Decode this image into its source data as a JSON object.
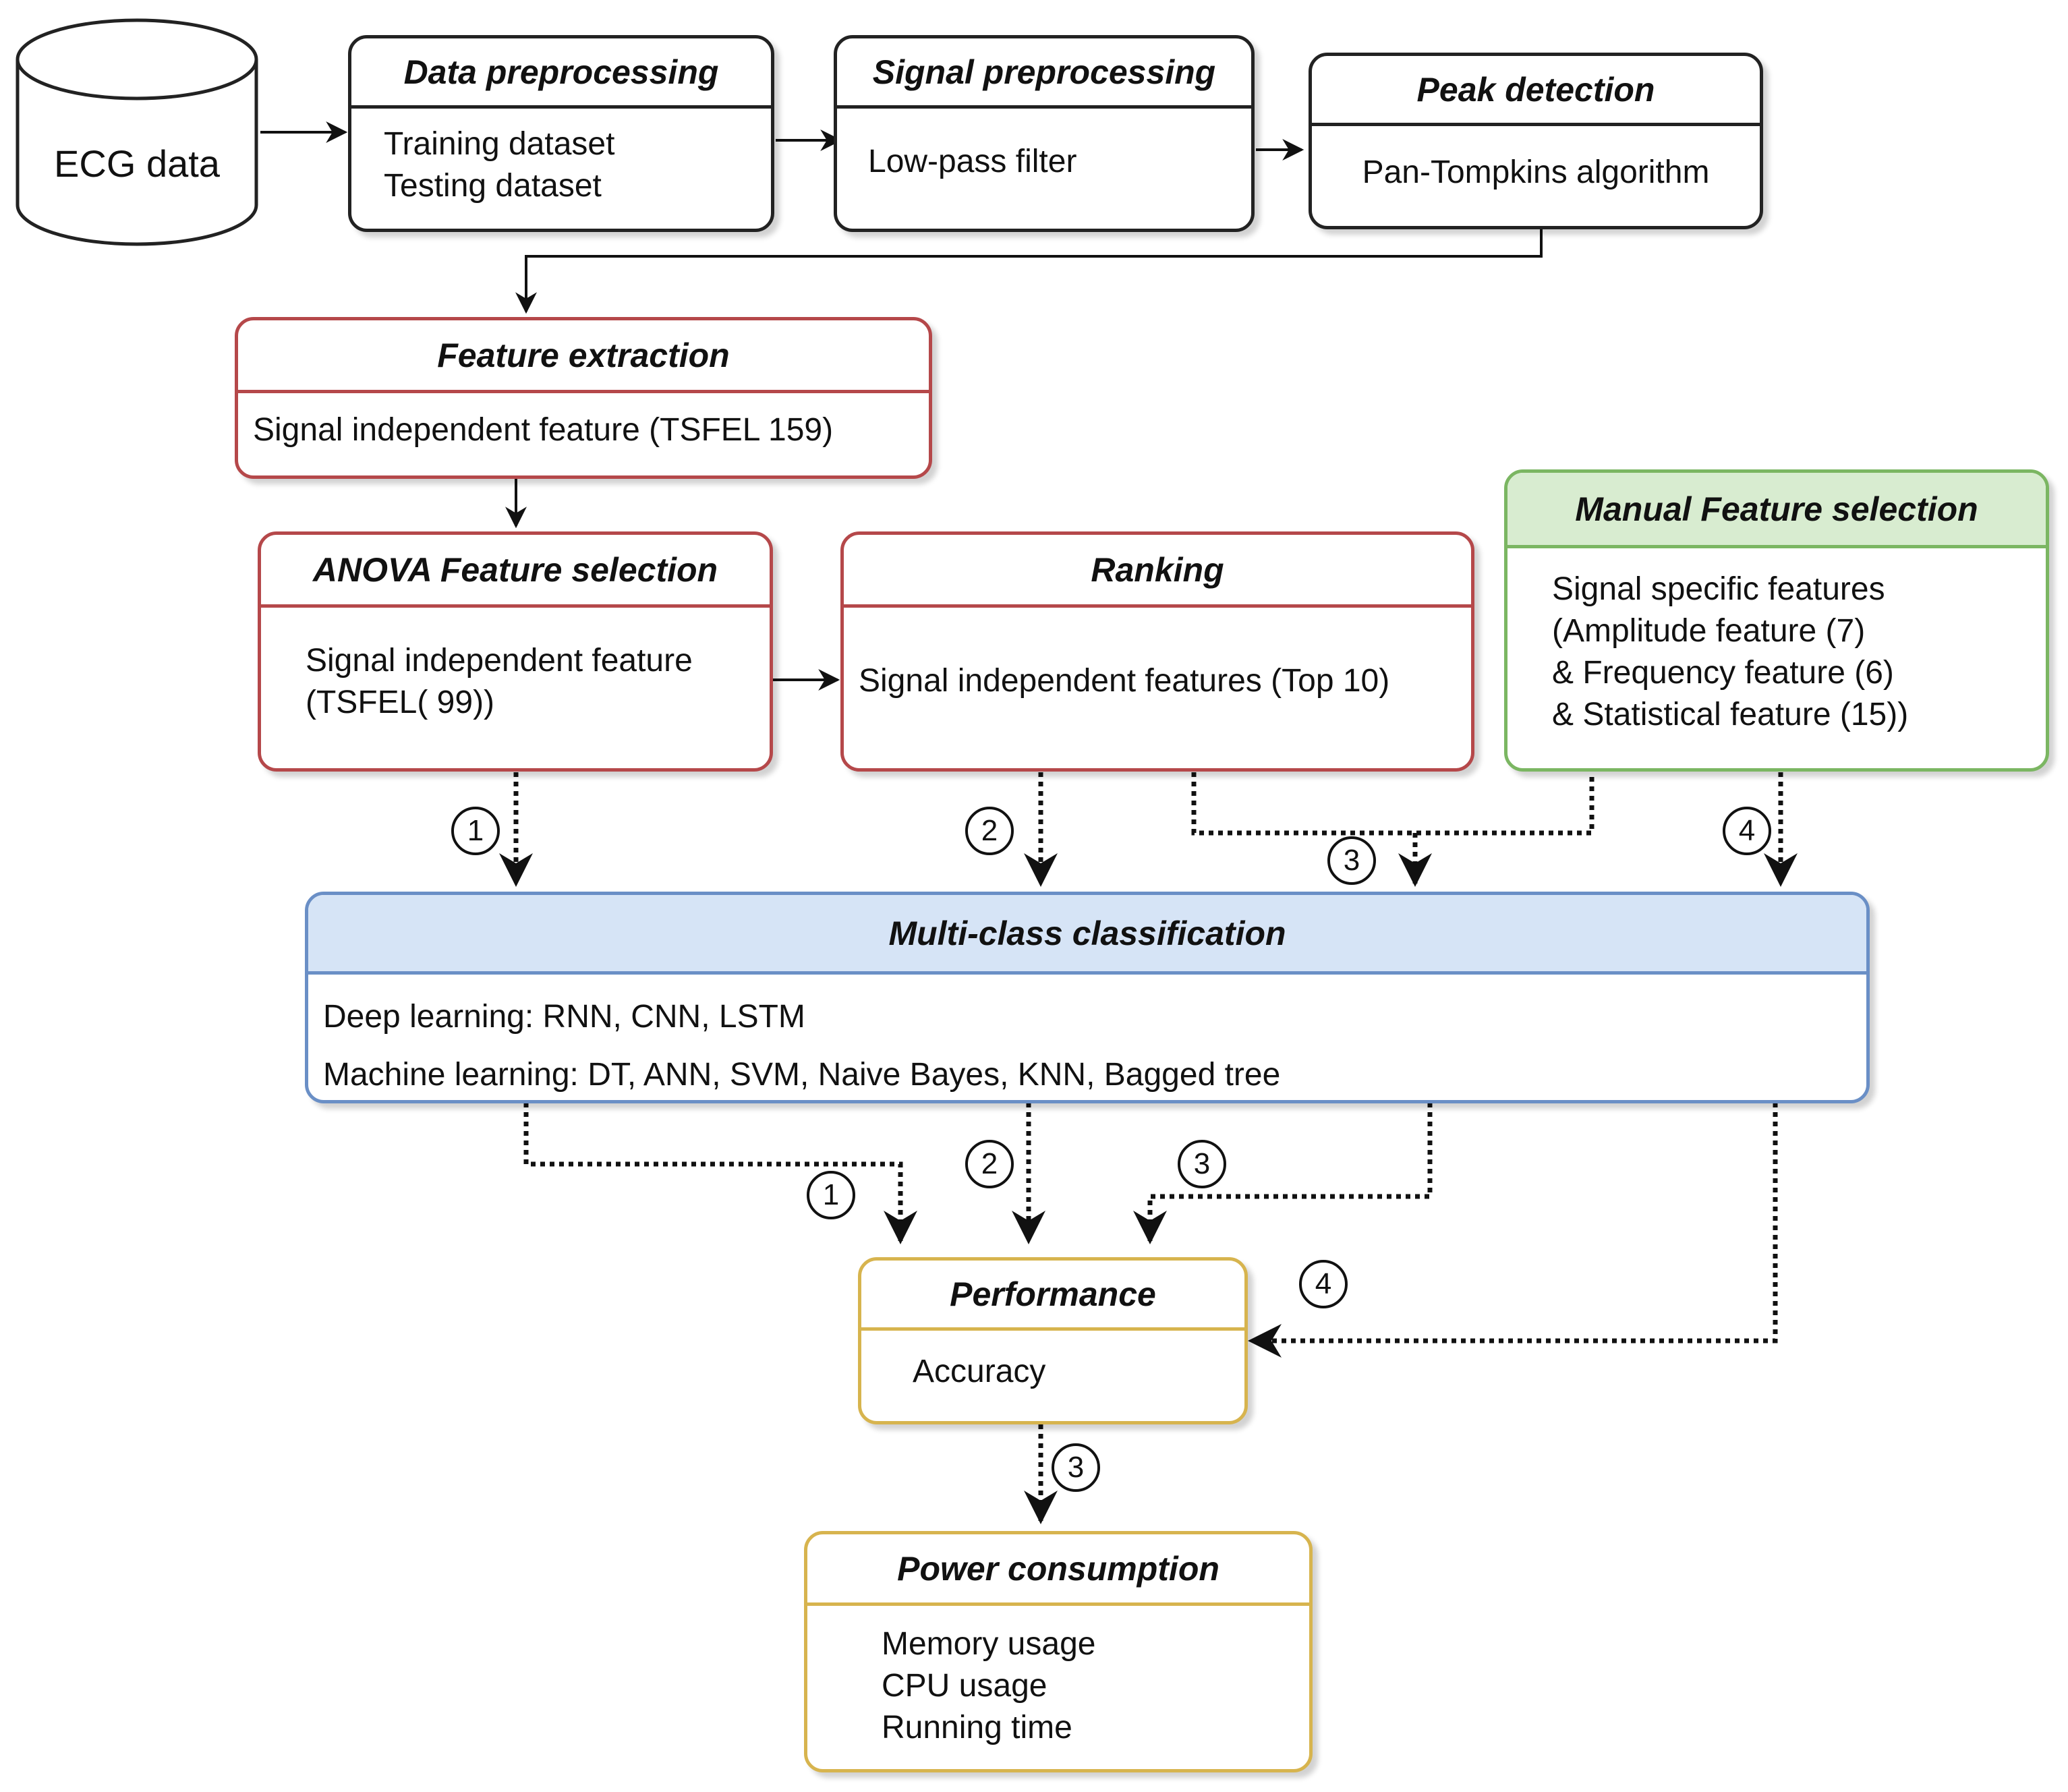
{
  "ecg": {
    "label": "ECG data"
  },
  "data_preprocessing": {
    "title": "Data preprocessing",
    "lines": [
      "Training dataset",
      "Testing dataset"
    ]
  },
  "signal_preprocessing": {
    "title": "Signal preprocessing",
    "lines": [
      "Low-pass filter"
    ]
  },
  "peak_detection": {
    "title": "Peak detection",
    "lines": [
      "Pan-Tompkins algorithm"
    ]
  },
  "feature_extraction": {
    "title": "Feature extraction",
    "lines": [
      "Signal independent feature (TSFEL 159)"
    ]
  },
  "anova": {
    "title": "ANOVA Feature selection",
    "lines": [
      "Signal independent feature",
      "(TSFEL( 99))"
    ]
  },
  "ranking": {
    "title": "Ranking",
    "lines": [
      "Signal independent features (Top 10)"
    ]
  },
  "manual": {
    "title": "Manual Feature selection",
    "lines": [
      "Signal specific features",
      "(Amplitude feature (7)",
      "& Frequency feature (6)",
      "& Statistical feature (15))"
    ]
  },
  "classification": {
    "title": "Multi-class classification",
    "lines": [
      "Deep learning: RNN, CNN, LSTM",
      "Machine learning: DT, ANN, SVM, Naive Bayes, KNN, Bagged tree"
    ]
  },
  "performance": {
    "title": "Performance",
    "lines": [
      "Accuracy"
    ]
  },
  "power": {
    "title": "Power consumption",
    "lines": [
      "Memory usage",
      "CPU usage",
      "Running time"
    ]
  },
  "steps": {
    "s1_top": "1",
    "s2_top": "2",
    "s3_top": "3",
    "s4_top": "4",
    "s1_bottom": "1",
    "s2_bottom": "2",
    "s3_bottom": "3",
    "s4_bottom": "4",
    "s3_power": "3"
  },
  "colors": {
    "red_border": "#b5484a",
    "green_border": "#7bb662",
    "green_header": "#d8ecd0",
    "blue_border": "#6a8fc6",
    "blue_header": "#d6e4f6",
    "gold_border": "#d7b44e"
  }
}
